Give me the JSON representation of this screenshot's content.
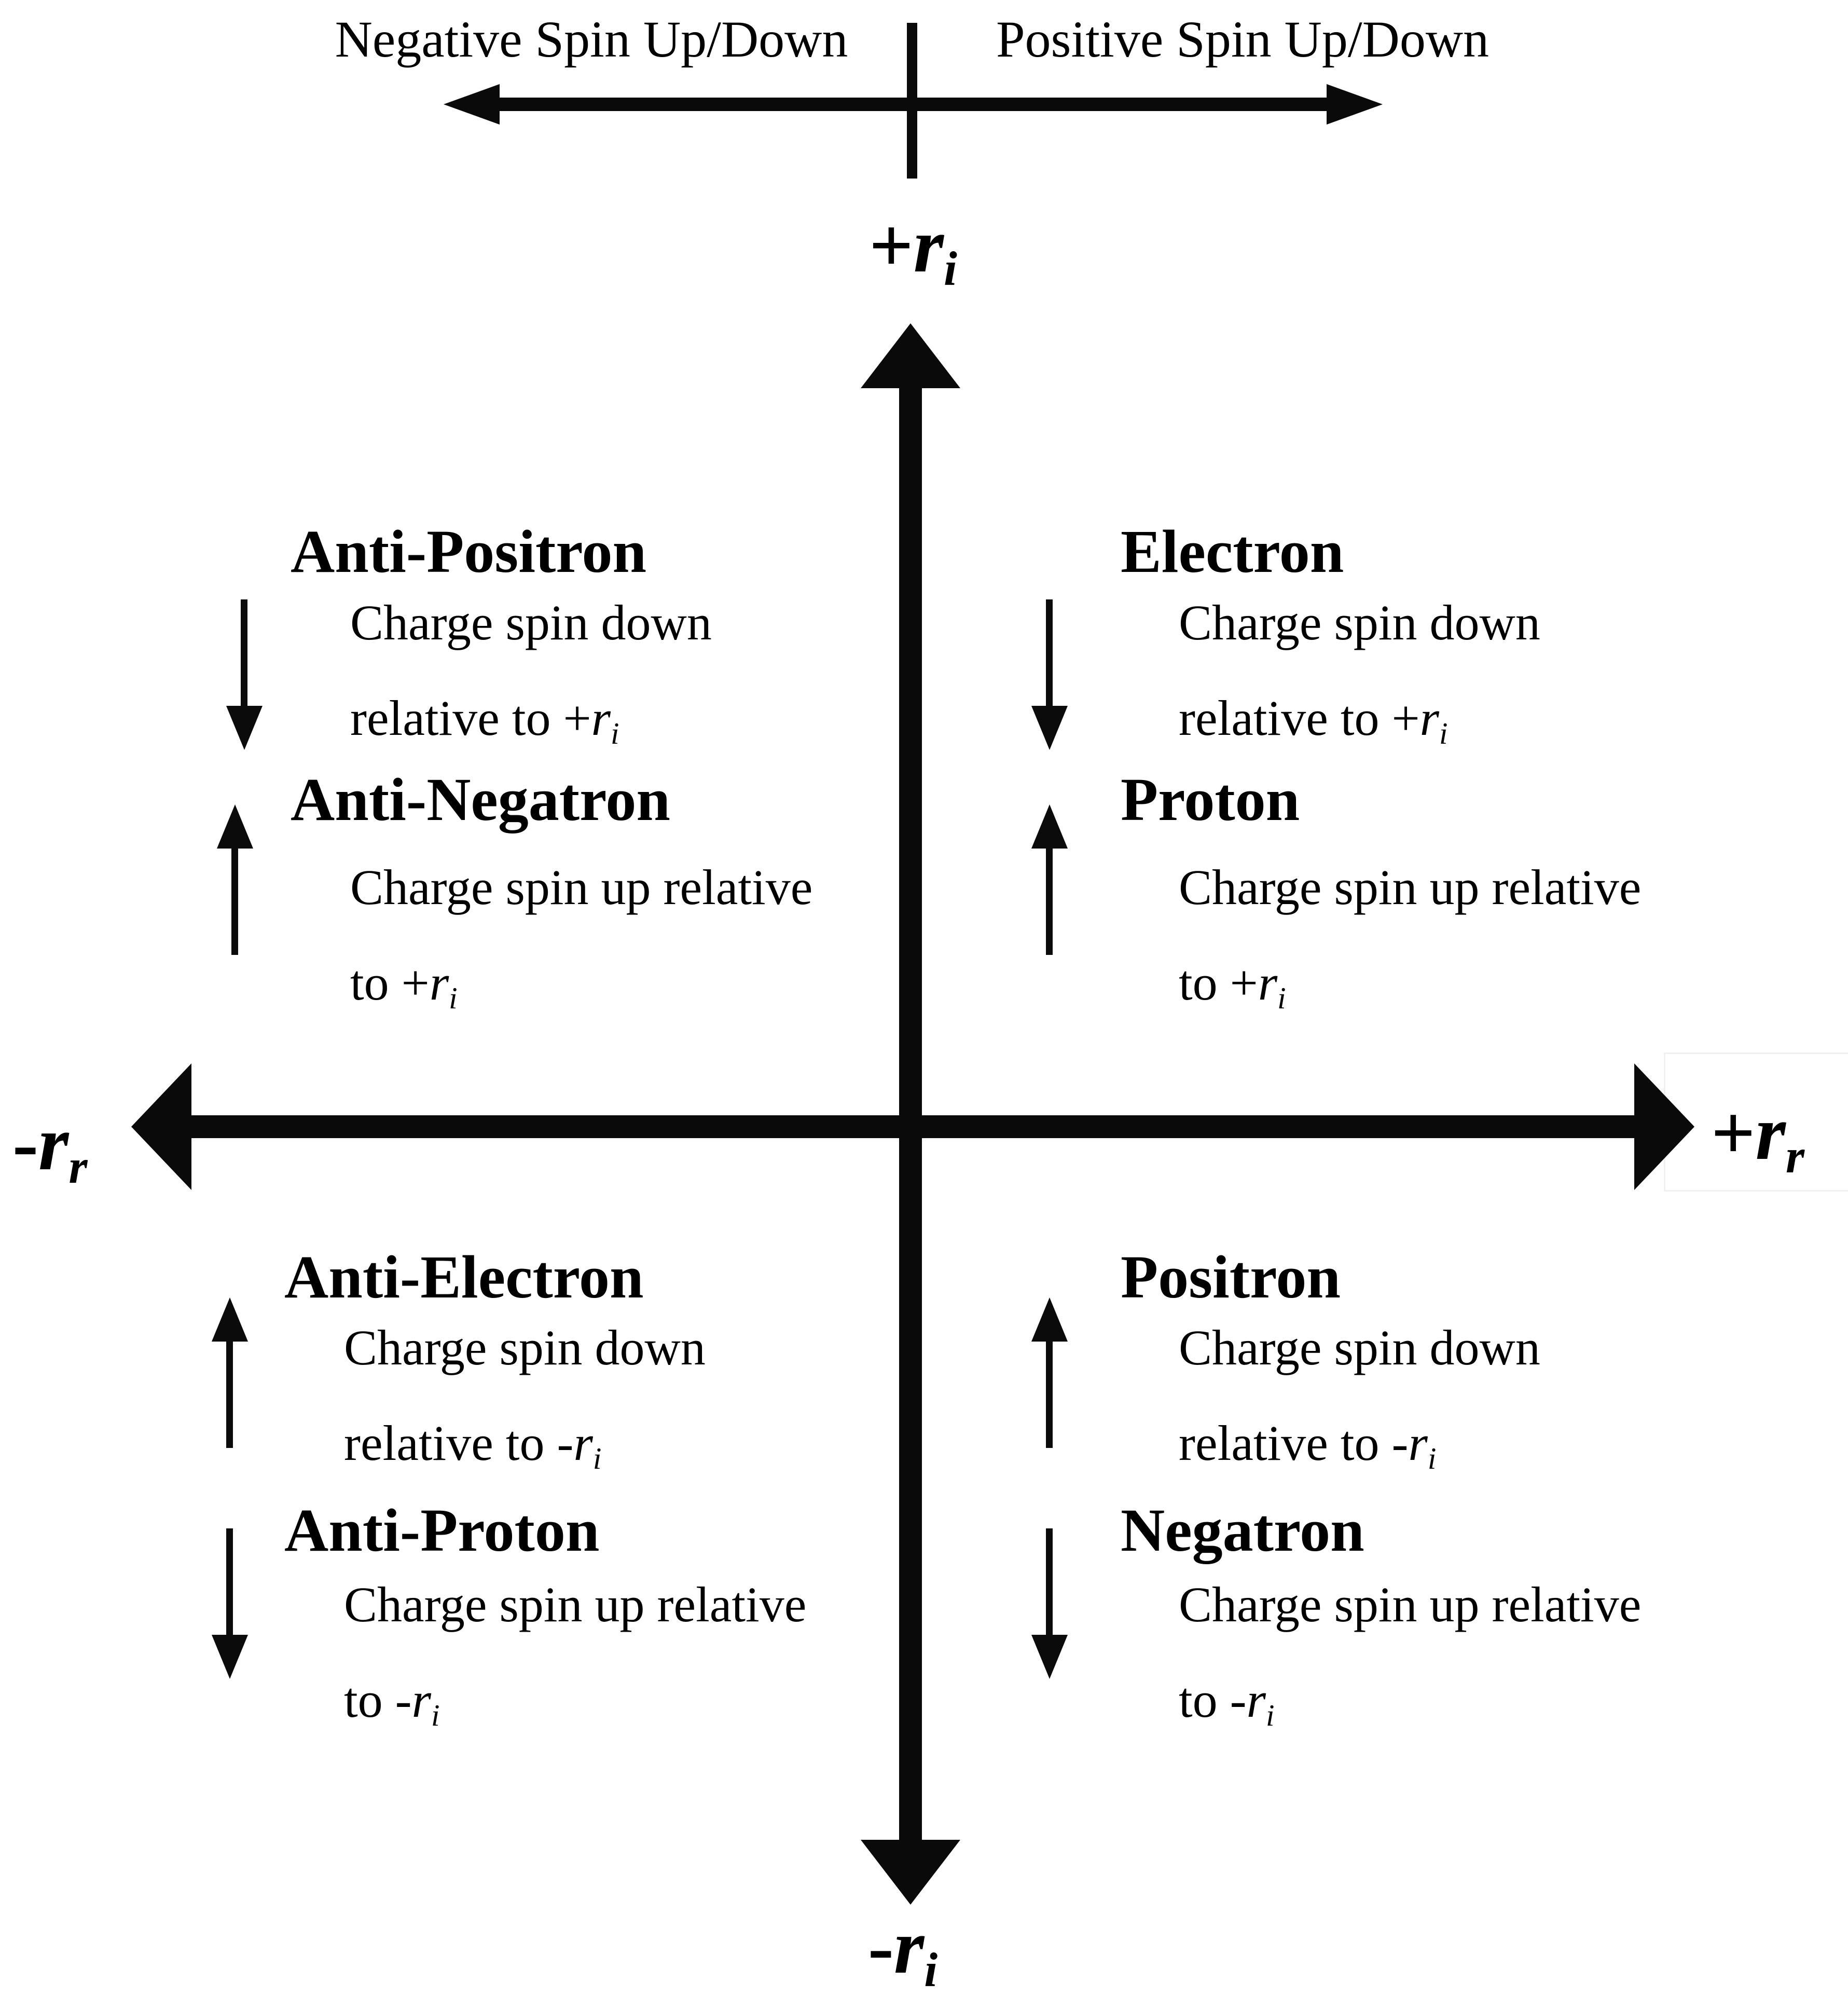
{
  "header": {
    "left_label": "Negative Spin Up/Down",
    "right_label": "Positive Spin Up/Down"
  },
  "axes": {
    "top": {
      "sign": "+",
      "variable": "r",
      "subscript": "i"
    },
    "bottom": {
      "sign": "-",
      "variable": "r",
      "subscript": "i"
    },
    "left": {
      "sign": "-",
      "variable": "r",
      "subscript": "r"
    },
    "right": {
      "sign": "+",
      "variable": "r",
      "subscript": "r"
    }
  },
  "colors": {
    "ink": "#0a0a0a",
    "background": "#ffffff"
  },
  "quadrants": [
    {
      "position": "top-left",
      "entries": [
        {
          "title": "Anti-Positron",
          "arrow": "down",
          "desc_line1": "Charge spin down",
          "desc_line2_prefix": "relative to",
          "ref_sign": "+",
          "ref_variable": "r",
          "ref_subscript": "i"
        },
        {
          "title": "Anti-Negatron",
          "arrow": "up",
          "desc_line1": "Charge spin up relative",
          "desc_line2_prefix": "to",
          "ref_sign": "+",
          "ref_variable": "r",
          "ref_subscript": "i"
        }
      ]
    },
    {
      "position": "top-right",
      "entries": [
        {
          "title": "Electron",
          "arrow": "down",
          "desc_line1": "Charge spin down",
          "desc_line2_prefix": "relative to",
          "ref_sign": "+",
          "ref_variable": "r",
          "ref_subscript": "i"
        },
        {
          "title": "Proton",
          "arrow": "up",
          "desc_line1": "Charge spin up relative",
          "desc_line2_prefix": "to",
          "ref_sign": "+",
          "ref_variable": "r",
          "ref_subscript": "i"
        }
      ]
    },
    {
      "position": "bottom-left",
      "entries": [
        {
          "title": "Anti-Electron",
          "arrow": "up",
          "desc_line1": "Charge spin down",
          "desc_line2_prefix": "relative to",
          "ref_sign": "-",
          "ref_variable": "r",
          "ref_subscript": "i"
        },
        {
          "title": "Anti-Proton",
          "arrow": "down",
          "desc_line1": "Charge spin up relative",
          "desc_line2_prefix": "to",
          "ref_sign": "-",
          "ref_variable": "r",
          "ref_subscript": "i"
        }
      ]
    },
    {
      "position": "bottom-right",
      "entries": [
        {
          "title": "Positron",
          "arrow": "up",
          "desc_line1": "Charge spin down",
          "desc_line2_prefix": "relative to",
          "ref_sign": "-",
          "ref_variable": "r",
          "ref_subscript": "i"
        },
        {
          "title": "Negatron",
          "arrow": "down",
          "desc_line1": "Charge spin up relative",
          "desc_line2_prefix": "to",
          "ref_sign": "-",
          "ref_variable": "r",
          "ref_subscript": "i"
        }
      ]
    }
  ]
}
